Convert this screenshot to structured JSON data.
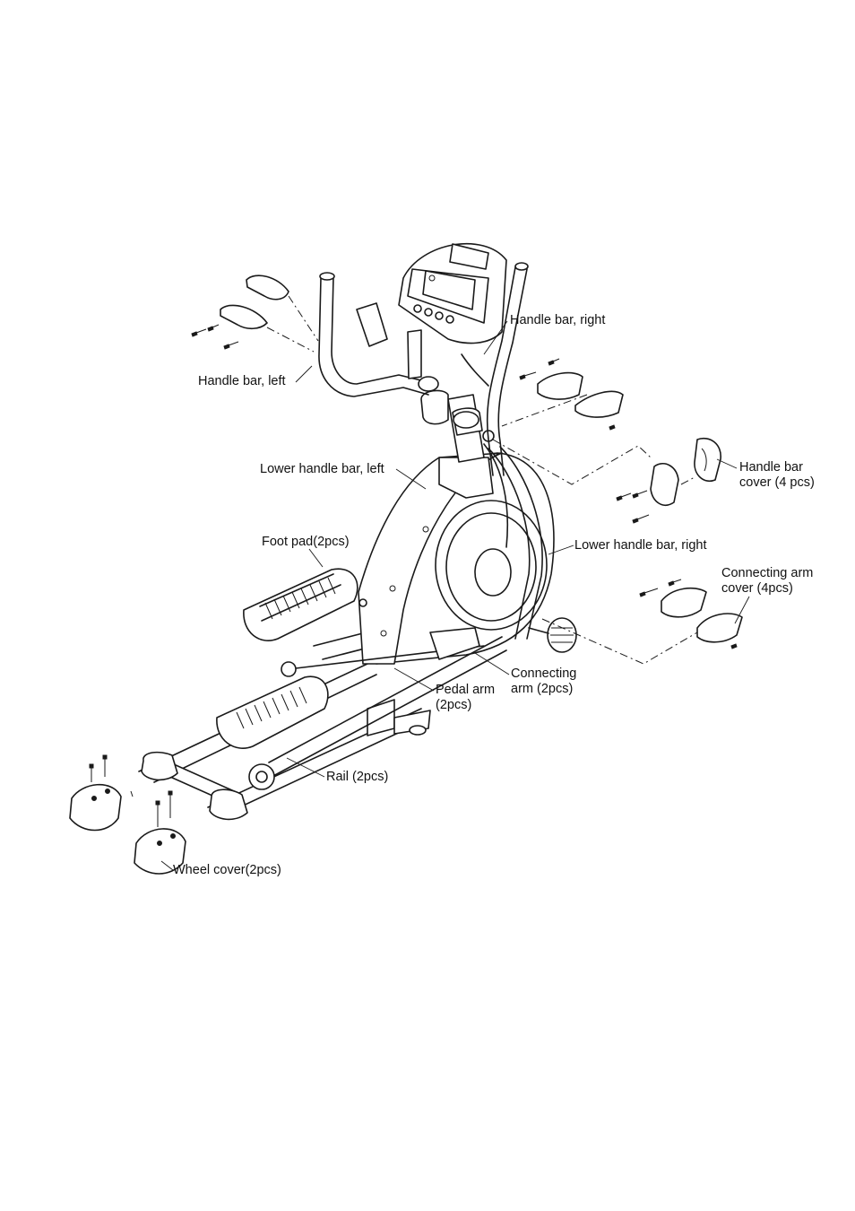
{
  "labels": {
    "handle_bar_left": "Handle bar, left",
    "handle_bar_right": "Handle bar, right",
    "handle_bar_cover_line1": "Handle bar",
    "handle_bar_cover_line2": "cover (4 pcs)",
    "lower_handle_bar_left": "Lower handle bar, left",
    "lower_handle_bar_right": "Lower handle bar, right",
    "foot_pad": "Foot pad(2pcs)",
    "connecting_arm_cover_line1": "Connecting arm",
    "connecting_arm_cover_line2": "cover (4pcs)",
    "connecting_arm_line1": "Connecting",
    "connecting_arm_line2": "arm (2pcs)",
    "pedal_arm_line1": "Pedal arm",
    "pedal_arm_line2": "(2pcs)",
    "rail": "Rail (2pcs)",
    "wheel_cover": "Wheel cover(2pcs)"
  },
  "colors": {
    "line": "#1a1a1a",
    "background": "#ffffff"
  }
}
